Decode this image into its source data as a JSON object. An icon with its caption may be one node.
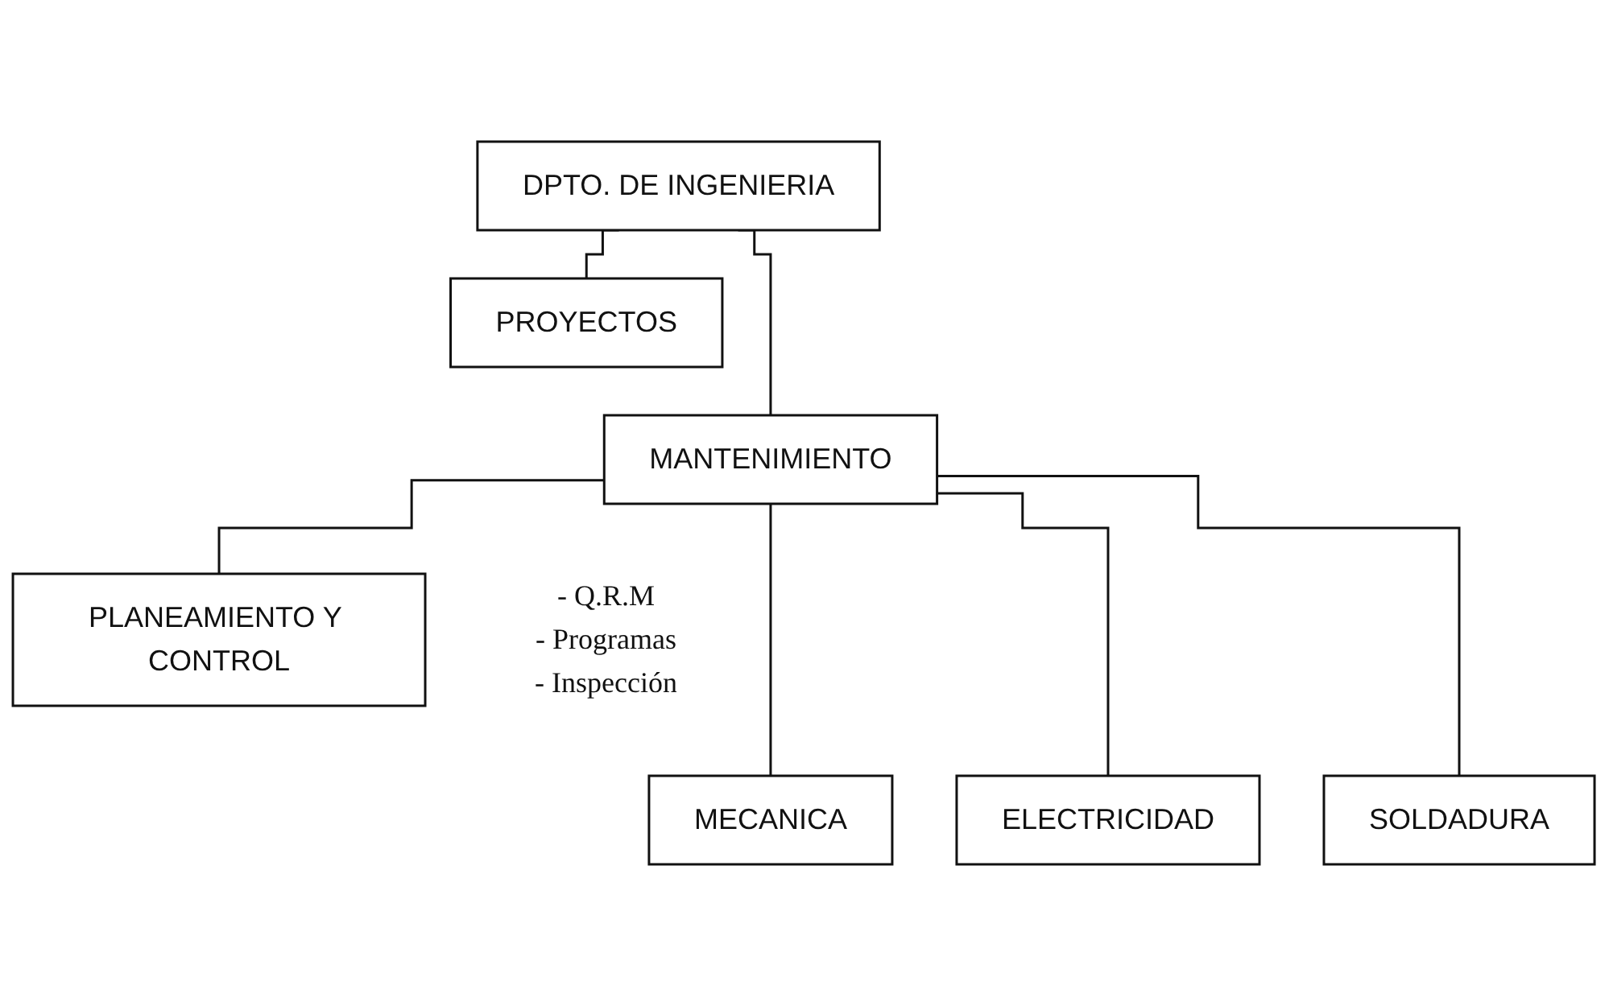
{
  "diagram": {
    "nodes": [
      {
        "text": [
          "DPTO. DE INGENIERIA"
        ]
      },
      {
        "text": [
          "PROYECTOS"
        ]
      },
      {
        "text": [
          "MANTENIMIENTO"
        ]
      },
      {
        "text": [
          "PLANEAMIENTO Y CONTROL"
        ],
        "beside": [
          "- Q.R.M",
          "- Programas",
          "- Inspección"
        ]
      },
      {
        "text": [
          "MECANICA"
        ]
      },
      {
        "text": [
          "ELECTRICIDAD"
        ]
      },
      {
        "text": [
          "SOLDADURA"
        ]
      }
    ],
    "edges": [
      {
        "from": 0,
        "to": 1,
        "arrow": "none"
      },
      {
        "from": 0,
        "to": 2,
        "arrow": "none"
      },
      {
        "from": 2,
        "to": 3,
        "arrow": "none"
      },
      {
        "from": 2,
        "to": 4,
        "arrow": "none"
      },
      {
        "from": 2,
        "to": 5,
        "arrow": "none"
      },
      {
        "from": 2,
        "to": 6,
        "arrow": "none"
      }
    ]
  }
}
